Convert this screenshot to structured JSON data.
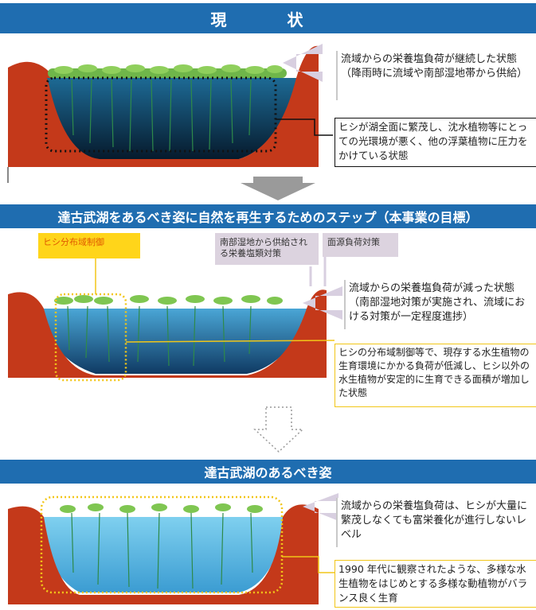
{
  "sections": [
    {
      "title": "現　状"
    },
    {
      "title": "達古武湖をあるべき姿に自然を再生するためのステップ（本事業の目標）"
    },
    {
      "title": "達古武湖のあるべき姿"
    }
  ],
  "s1": {
    "nutrient": "流域からの栄養塩負荷が継続した状態（降雨時に流域や南部湿地帯から供給）",
    "hishi": "ヒシが湖全面に繁茂し、沈水植物等にとっての光環境が悪く、他の浮葉植物に圧力をかけている状態"
  },
  "s2": {
    "tag_hishi": "ヒシ分布域制御",
    "tag_south": "南部湿地から供給される栄養塩類対策",
    "tag_surface": "面源負荷対策",
    "nutrient": "流域からの栄養塩負荷が減った状態（南部湿地対策が実施され、流域における対策が一定程度進捗）",
    "hishi": "ヒシの分布域制御等で、現存する水生植物の生育環境にかかる負荷が低減し、ヒシ以外の水生植物が安定的に生育できる面積が増加した状態"
  },
  "s3": {
    "nutrient": "流域からの栄養塩負荷は、ヒシが大量に繁茂しなくても富栄養化が進行しないレベル",
    "plants": "1990 年代に観察されたような、多様な水生植物をはじめとする多様な動植物がバランス良く生育"
  },
  "colors": {
    "band": "#1f6db0",
    "soil": "#c4391a",
    "water_dark": "#0d3450",
    "water_light": "#56b8e0",
    "highlight": "#f2c618"
  }
}
